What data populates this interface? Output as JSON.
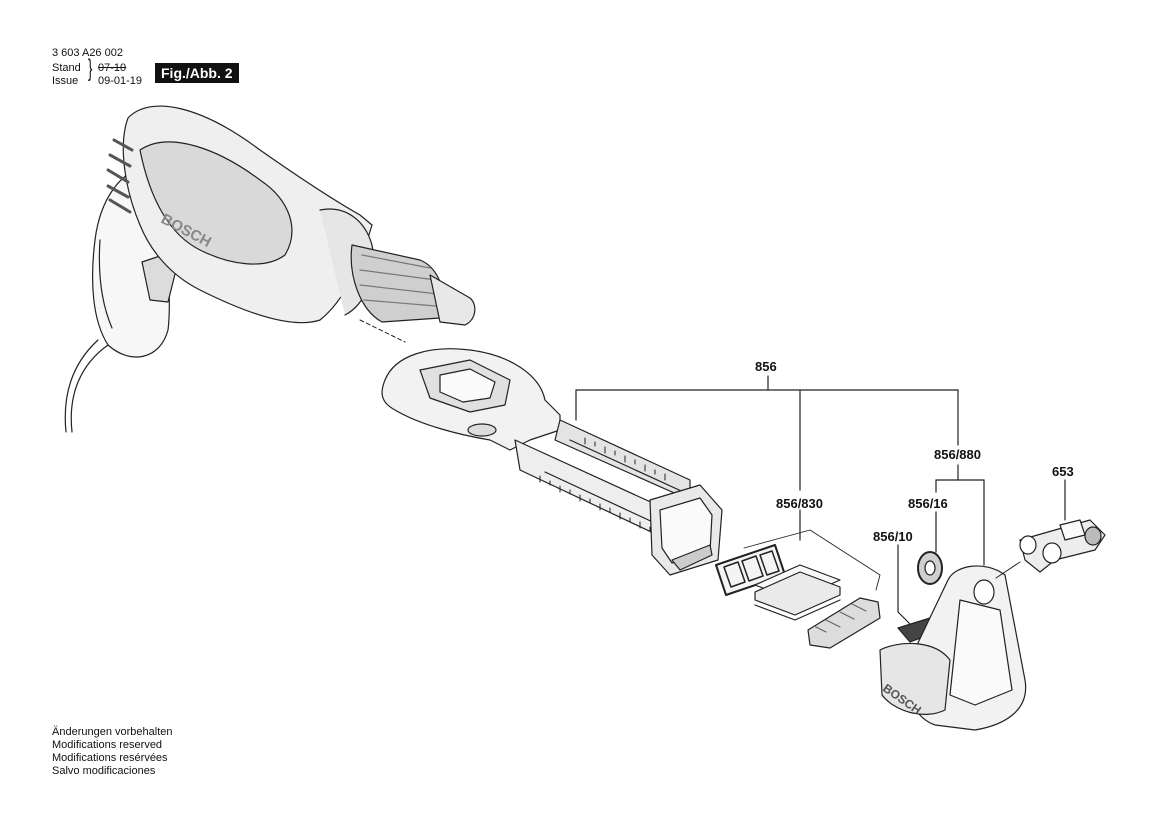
{
  "header": {
    "doc_number": "3 603 A26 002",
    "stand_label": "Stand",
    "issue_label": "Issue",
    "stand_date": "07-10",
    "issue_date": "09-01-19",
    "figure_label": "Fig./Abb. 2"
  },
  "parts": {
    "p856": "856",
    "p856_830": "856/830",
    "p856_880": "856/880",
    "p856_16": "856/16",
    "p856_10": "856/10",
    "p653": "653"
  },
  "brand": "BOSCH",
  "footer_notes": [
    "Änderungen vorbehalten",
    "Modifications reserved",
    "Modifications resérvées",
    "Salvo modificaciones"
  ]
}
